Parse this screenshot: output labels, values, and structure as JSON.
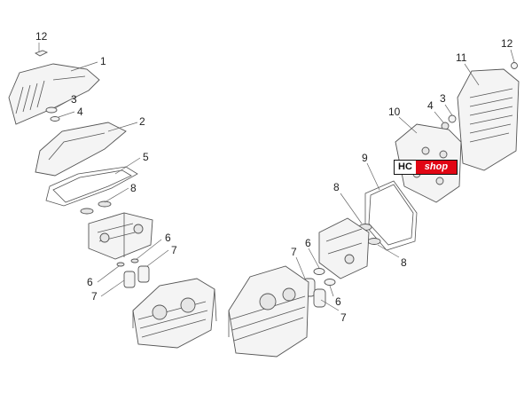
{
  "callouts": {
    "left": [
      "12",
      "1",
      "3",
      "4",
      "2",
      "5",
      "8",
      "6",
      "7",
      "6",
      "7"
    ],
    "right": [
      "12",
      "11",
      "3",
      "4",
      "10",
      "9",
      "8",
      "8",
      "6",
      "7",
      "6",
      "7"
    ]
  },
  "badge": {
    "hc": "HC",
    "shop": "shop",
    "accent": "#e10614"
  }
}
